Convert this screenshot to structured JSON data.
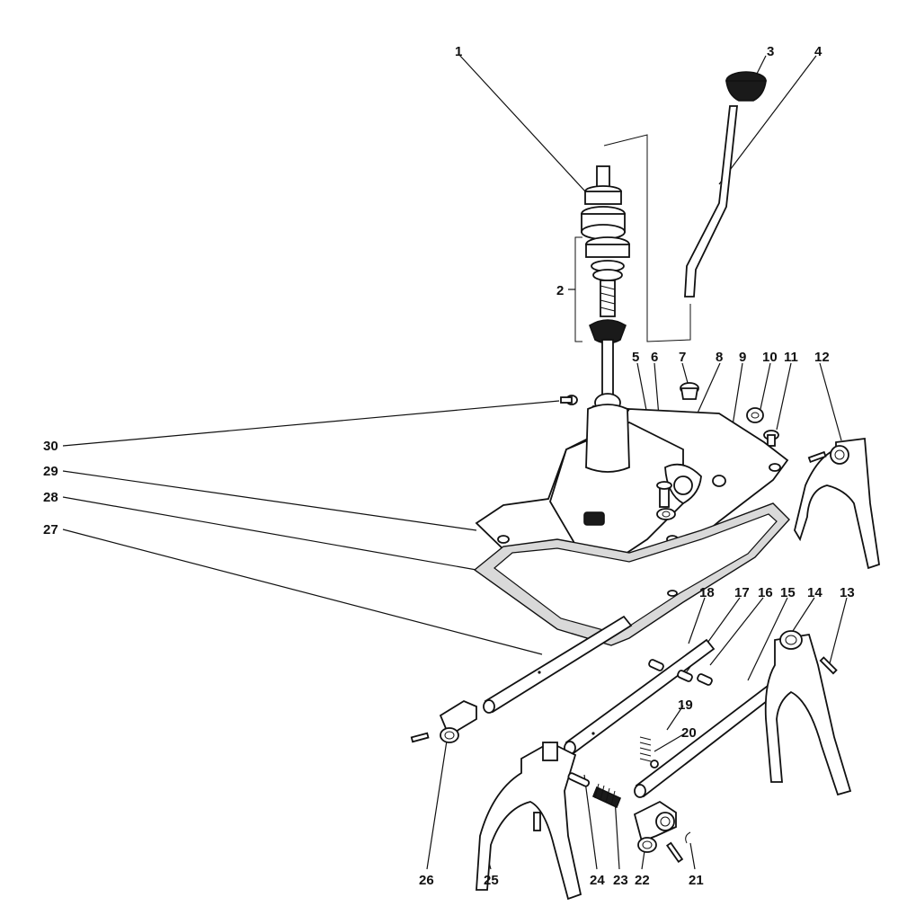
{
  "labels": [
    {
      "id": "1",
      "text": "1"
    },
    {
      "id": "2",
      "text": "2"
    },
    {
      "id": "3",
      "text": "3"
    },
    {
      "id": "4",
      "text": "4"
    },
    {
      "id": "5",
      "text": "5"
    },
    {
      "id": "6",
      "text": "6"
    },
    {
      "id": "7",
      "text": "7"
    },
    {
      "id": "8",
      "text": "8"
    },
    {
      "id": "9",
      "text": "9"
    },
    {
      "id": "10",
      "text": "10"
    },
    {
      "id": "11",
      "text": "11"
    },
    {
      "id": "12",
      "text": "12"
    },
    {
      "id": "13",
      "text": "13"
    },
    {
      "id": "14",
      "text": "14"
    },
    {
      "id": "15",
      "text": "15"
    },
    {
      "id": "16",
      "text": "16"
    },
    {
      "id": "17",
      "text": "17"
    },
    {
      "id": "18",
      "text": "18"
    },
    {
      "id": "19",
      "text": "19"
    },
    {
      "id": "20",
      "text": "20"
    },
    {
      "id": "21",
      "text": "21"
    },
    {
      "id": "22",
      "text": "22"
    },
    {
      "id": "23",
      "text": "23"
    },
    {
      "id": "24",
      "text": "24"
    },
    {
      "id": "25",
      "text": "25"
    },
    {
      "id": "26",
      "text": "26"
    },
    {
      "id": "27",
      "text": "27"
    },
    {
      "id": "28",
      "text": "28"
    },
    {
      "id": "29",
      "text": "29"
    },
    {
      "id": "30",
      "text": "30"
    }
  ]
}
